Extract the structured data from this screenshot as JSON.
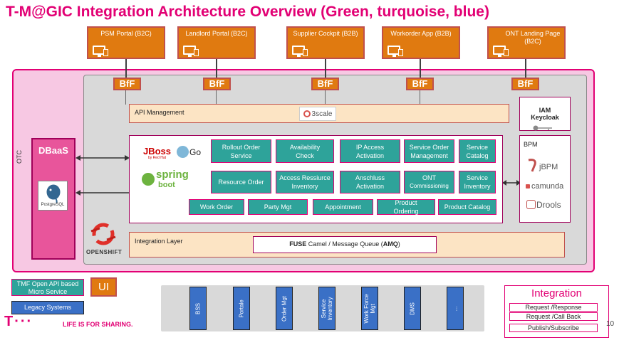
{
  "title": "T-M@GIC Integration Architecture Overview (Green, turquoise, blue)",
  "portals": [
    {
      "label": "PSM Portal (B2C)"
    },
    {
      "label": "Landlord Portal (B2C)"
    },
    {
      "label": "Supplier Cockpit (B2B)"
    },
    {
      "label": "Workorder App (B2B)"
    },
    {
      "label": "ONT Landing Page (B2C)"
    }
  ],
  "bff_label": "BfF",
  "otc_label": "OTC",
  "api_management": {
    "label": "API Management",
    "product": "3scale"
  },
  "iam": {
    "label": "IAM",
    "product": "Keycloak"
  },
  "dbaas": {
    "label": "DBaaS",
    "db_logo_text": "PostgreSQL"
  },
  "tech_logos": {
    "jboss": "JBoss",
    "jboss_sub": "by Red Hat",
    "go": "Go",
    "spring_1": "spring",
    "spring_2": "boot"
  },
  "services": [
    {
      "line1": "Rollout  Order",
      "line2": "Service"
    },
    {
      "line1": "Availability",
      "line2": "Check"
    },
    {
      "line1": "IP Access",
      "line2": "Activation"
    },
    {
      "line1": "Service Order",
      "line2": "Management"
    },
    {
      "line1": "Service",
      "line2": "Catalog"
    },
    {
      "line1": "Resource Order",
      "line2": ""
    },
    {
      "line1": "Access Ressiurce",
      "line2": "Inventory"
    },
    {
      "line1": "Anschluss",
      "line2": "Activation"
    },
    {
      "line1": "ONT",
      "line2": "Commissioning"
    },
    {
      "line1": "Service",
      "line2": "Inventory"
    },
    {
      "line1": "Work Order",
      "line2": ""
    },
    {
      "line1": "Party Mgt",
      "line2": ""
    },
    {
      "line1": "Appointment",
      "line2": ""
    },
    {
      "line1": "Product",
      "line2": "Ordering"
    },
    {
      "line1": "Product Catalog",
      "line2": ""
    }
  ],
  "bpm": {
    "label": "BPM",
    "items": [
      "jBPM",
      "camunda",
      "Drools"
    ]
  },
  "openshift_label": "OPENSHIFT",
  "integration_layer": {
    "label": "Integration Layer",
    "fuse": "FUSE",
    "middle": " Camel / Message Queue (",
    "amq": "AMQ",
    "end": ")"
  },
  "legend": {
    "teal": "TMF Open API  based Micro Service",
    "ui": "UI",
    "blue": "Legacy Systems"
  },
  "legacy_systems": [
    "BSS",
    "Portale",
    "Order Mgt",
    "Service Inventory",
    "Work Force Mgt",
    "DMS",
    "..."
  ],
  "integration": {
    "title": "Integration",
    "patterns": [
      "Request /Response",
      "Request /Call Back",
      "Publish/Subscribe"
    ]
  },
  "footer": {
    "logo": "T···",
    "slogan": "LIFE IS FOR SHARING.",
    "page": "10"
  },
  "colors": {
    "magenta": "#e20074",
    "orange": "#e07a10",
    "teal": "#2ea39a",
    "blue": "#3a70c6"
  }
}
